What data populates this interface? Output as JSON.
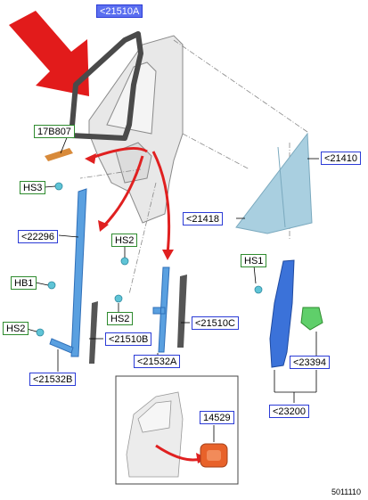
{
  "labels": {
    "l21510A": "<21510A",
    "l17B807": "17B807",
    "lHS3": "HS3",
    "l22296": "<22296",
    "lHS2a": "HS2",
    "lHB1": "HB1",
    "lHS2b": "HS2",
    "lHS2c": "HS2",
    "l21510B": "<21510B",
    "l21532B": "<21532B",
    "l21532A": "<21532A",
    "l21510C": "<21510C",
    "l21410": "<21410",
    "l21418": "<21418",
    "lHS1": "HS1",
    "l23394": "<23394",
    "l23200": "<23200",
    "l14529": "14529"
  },
  "figure_code": "5011110",
  "colors": {
    "label_border_blue": "#2b3bd6",
    "label_border_green": "#2e8b2e",
    "arrow_red": "#e02020",
    "glass": "#a9cfe0",
    "part_blue": "#3b72d9"
  }
}
